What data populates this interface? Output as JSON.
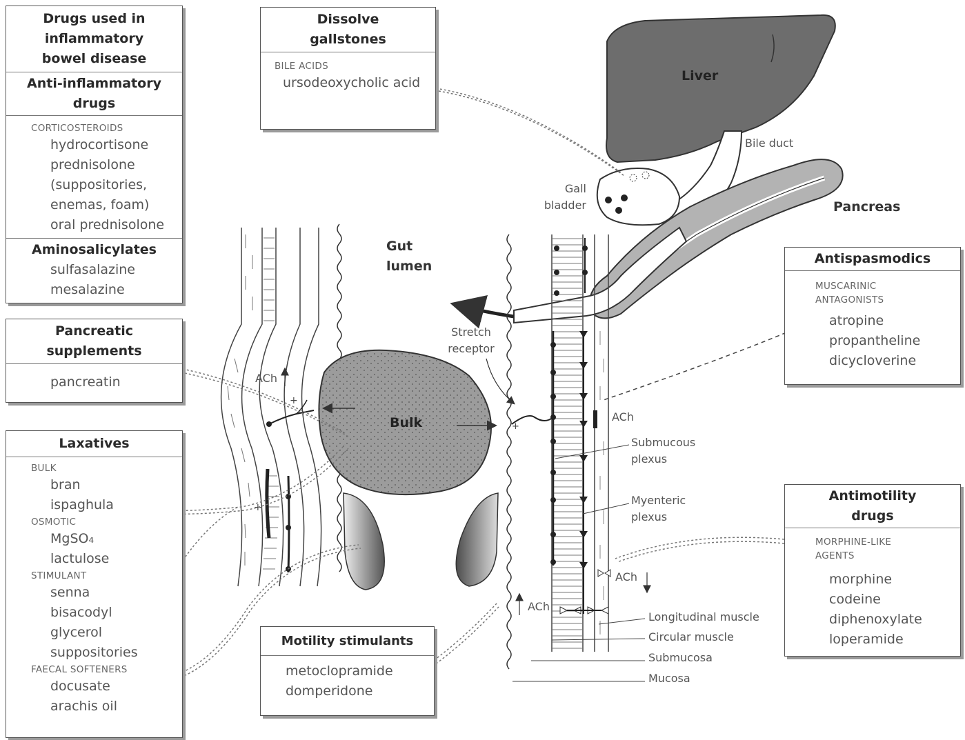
{
  "boxes": {
    "ibd": {
      "title": "Drugs used in inflammatory bowel disease",
      "anti_title": "Anti-inflammatory drugs",
      "cortico_cat": "CORTICOSTEROIDS",
      "cortico_drugs": [
        "hydrocortisone",
        "prednisolone",
        "(suppositories,",
        "enemas, foam)",
        "oral prednisolone"
      ],
      "amino_title": "Aminosalicylates",
      "amino_drugs": [
        "sulfasalazine",
        "mesalazine"
      ]
    },
    "pancreatic": {
      "title": "Pancreatic supplements",
      "drugs": [
        "pancreatin"
      ]
    },
    "laxatives": {
      "title": "Laxatives",
      "groups": [
        {
          "cat": "BULK",
          "drugs": [
            "bran",
            "ispaghula"
          ]
        },
        {
          "cat": "OSMOTIC",
          "drugs": [
            "MgSO₄",
            "lactulose"
          ]
        },
        {
          "cat": "STIMULANT",
          "drugs": [
            "senna",
            "bisacodyl",
            "glycerol",
            "suppositories"
          ]
        },
        {
          "cat": "FAECAL SOFTENERS",
          "drugs": [
            "docusate",
            "arachis oil"
          ]
        }
      ]
    },
    "gallstones": {
      "title": "Dissolve gallstones",
      "cat": "BILE ACIDS",
      "drugs": [
        "ursodeoxycholic acid"
      ]
    },
    "antispasmodics": {
      "title": "Antispasmodics",
      "cat": "MUSCARINIC ANTAGONISTS",
      "drugs": [
        "atropine",
        "propantheline",
        "dicycloverine"
      ]
    },
    "antimotility": {
      "title": "Antimotility drugs",
      "cat": "MORPHINE-LIKE AGENTS",
      "drugs": [
        "morphine",
        "codeine",
        "diphenoxylate",
        "loperamide"
      ]
    },
    "motility": {
      "title": "Motility stimulants",
      "drugs": [
        "metoclopramide",
        "domperidone"
      ]
    }
  },
  "labels": {
    "liver": "Liver",
    "bile_duct": "Bile duct",
    "gall_bladder": "Gall bladder",
    "pancreas": "Pancreas",
    "gut_lumen": "Gut lumen",
    "bulk": "Bulk",
    "stretch_receptor": "Stretch receptor",
    "ach": "ACh",
    "submucous_plexus": "Submucous plexus",
    "myenteric_plexus": "Myenteric plexus",
    "longitudinal_muscle": "Longitudinal muscle",
    "circular_muscle": "Circular muscle",
    "submucosa": "Submucosa",
    "mucosa": "Mucosa"
  },
  "colors": {
    "organ_fill": "#6d6d6d",
    "pancreas_fill": "#b3b3b3",
    "bulk_fill": "#9c9c9c",
    "line": "#333333",
    "text": "#555555"
  }
}
